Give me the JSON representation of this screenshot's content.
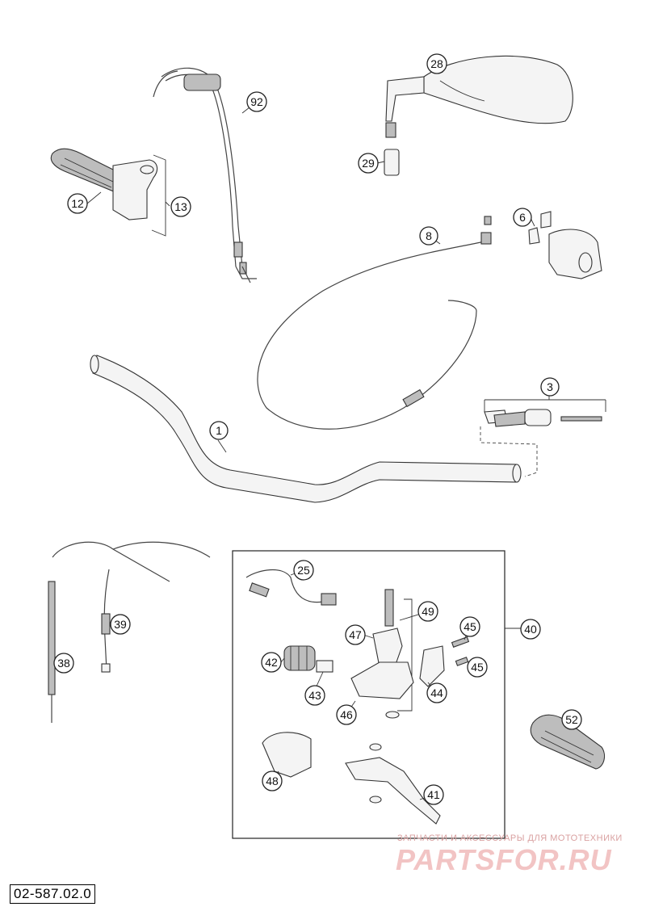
{
  "drawing_code": "02-587.02.0",
  "watermark": {
    "subtitle": "ЗАПЧАСТИ И АКСЕССУАРЫ ДЛЯ МОТОТЕХНИКИ",
    "brand": "PARTSFOR.RU"
  },
  "callouts": {
    "p1": "1",
    "p3": "3",
    "p6": "6",
    "p8": "8",
    "p12": "12",
    "p13": "13",
    "p25": "25",
    "p28": "28",
    "p29": "29",
    "p38": "38",
    "p39": "39",
    "p40": "40",
    "p41": "41",
    "p42": "42",
    "p43": "43",
    "p44": "44",
    "p45a": "45",
    "p45b": "45",
    "p46": "46",
    "p47": "47",
    "p48": "48",
    "p49": "49",
    "p52": "52",
    "p92": "92"
  }
}
